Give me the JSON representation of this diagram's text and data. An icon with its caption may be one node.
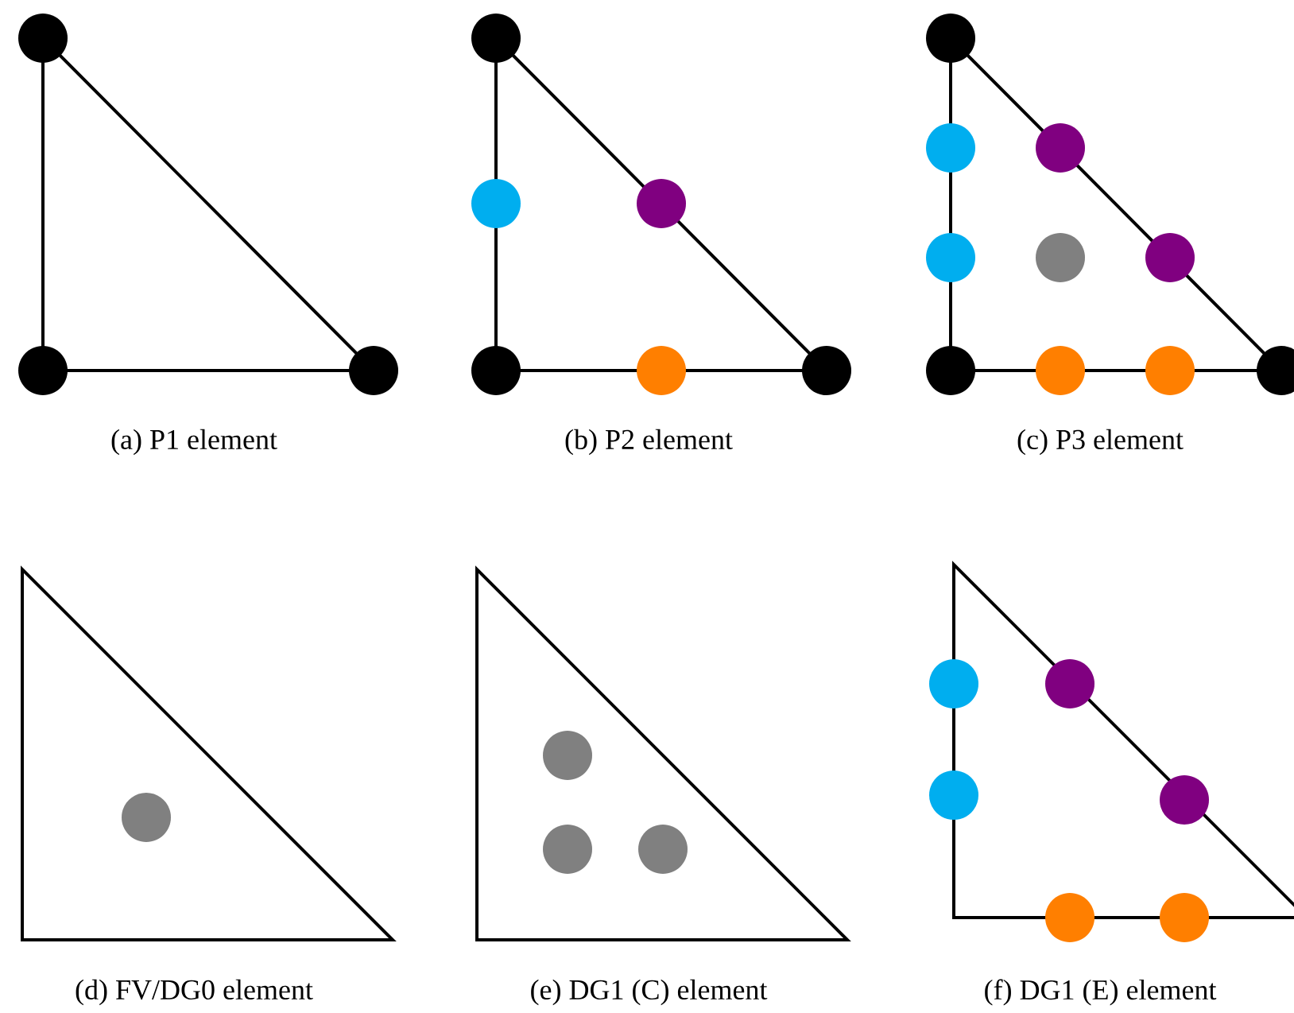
{
  "diagram": {
    "labels": [
      "(a)  P1 element",
      "(b)  P2 element",
      "(c)  P3 element",
      "(d)  FV/DG0 element",
      "(e)  DG1 (C) element",
      "(f)  DG1 (E) element"
    ]
  }
}
